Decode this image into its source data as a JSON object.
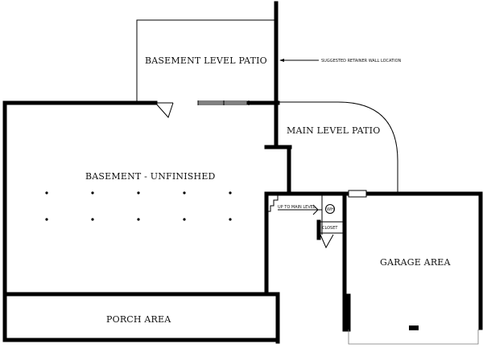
{
  "rooms": {
    "basement_patio": "BASEMENT LEVEL PATIO",
    "basement": "BASEMENT - UNFINISHED",
    "main_patio": "MAIN LEVEL PATIO",
    "garage": "GARAGE AREA",
    "porch": "PORCH AREA"
  },
  "annotations": {
    "retainer_wall": "SUGGESTED RETAINER WALL LOCATION",
    "stairs": "UP TO MAIN LEVEL",
    "closet": "CLOSET",
    "water_heater": "WH"
  }
}
